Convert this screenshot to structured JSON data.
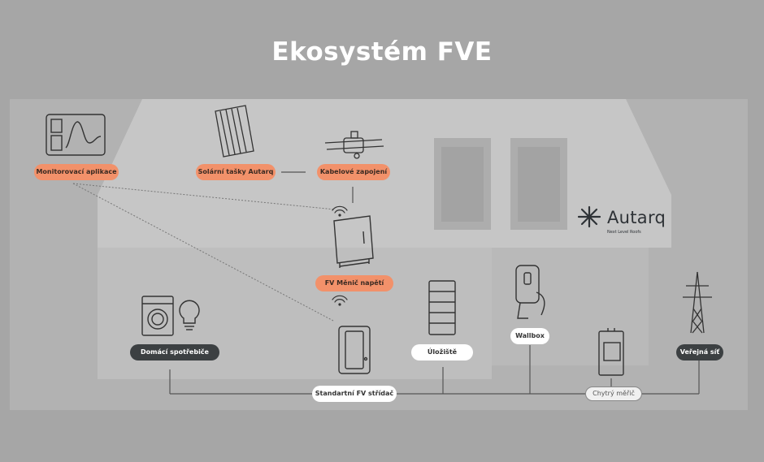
{
  "title": "Ekosystém FVE",
  "brand": {
    "name": "Autarq",
    "tagline": "Next Level Roofs"
  },
  "nodes": {
    "monitoring_app": "Monitorovací aplikace",
    "solar_tiles": "Solární tašky Autarq",
    "cabling": "Kabelové zapojení",
    "optimizer": "FV Měnič napětí",
    "home_appliances": "Domácí spotřebiče",
    "storage": "Úložiště",
    "wallbox": "Wallbox",
    "public_grid": "Veřejná síť",
    "standard_inverter": "Standartní FV střídač",
    "smart_meter": "Chytrý měřič"
  },
  "colors": {
    "accent": "#f2916a",
    "dark": "#3c4042",
    "background": "#a6a6a6"
  }
}
